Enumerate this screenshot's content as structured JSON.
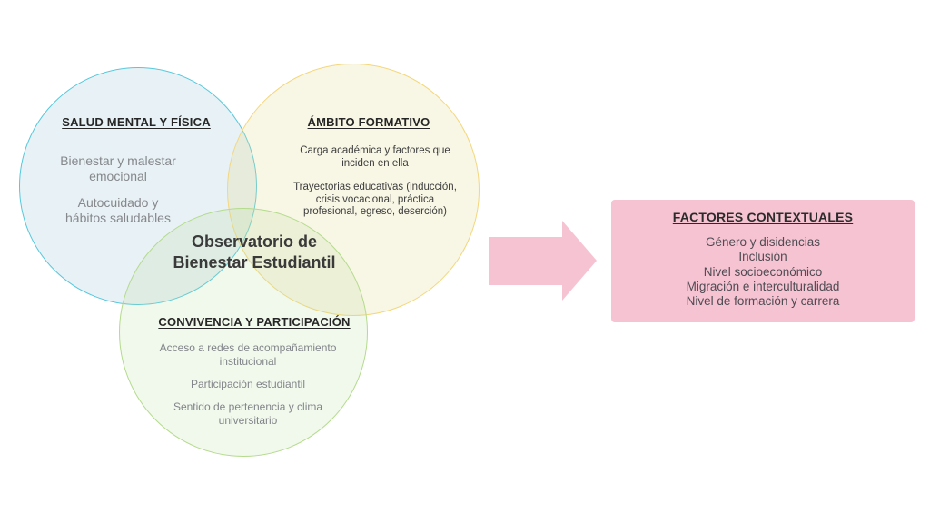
{
  "slide": {
    "background_color": "#ffffff",
    "center_title": "Observatorio de\nBienestar Estudiantil",
    "circles": [
      {
        "title": "SALUD MENTAL Y FÍSICA",
        "items": [
          "Bienestar y malestar\nemocional",
          "Autocuidado y\nhábitos saludables"
        ],
        "fill_color": "#e8f1f5",
        "border_color": "#55c8dc"
      },
      {
        "title": "ÁMBITO FORMATIVO",
        "items": [
          "Carga académica y factores que\ninciden en ella",
          "Trayectorias educativas (inducción,\ncrisis vocacional,  práctica\nprofesional, egreso, deserción)"
        ],
        "fill_color": "#f8f6e4",
        "border_color": "#f4d77d"
      },
      {
        "title": "CONVIVENCIA Y PARTICIPACIÓN",
        "items": [
          "Acceso a redes de acompañamiento\ninstitucional",
          "Participación estudiantil",
          "Sentido de pertenencia y clima\nuniversitario"
        ],
        "fill_color": "#f1f8ec",
        "border_color": "#b4db8d"
      }
    ],
    "arrow": {
      "direction": "right",
      "color": "#f6c3d2"
    },
    "context_box": {
      "title": "FACTORES CONTEXTUALES",
      "items": [
        "Género y disidencias",
        "Inclusión",
        "Nivel socioeconómico",
        "Migración e interculturalidad",
        "Nivel de formación y carrera"
      ],
      "background_color": "#f6c3d2"
    }
  }
}
